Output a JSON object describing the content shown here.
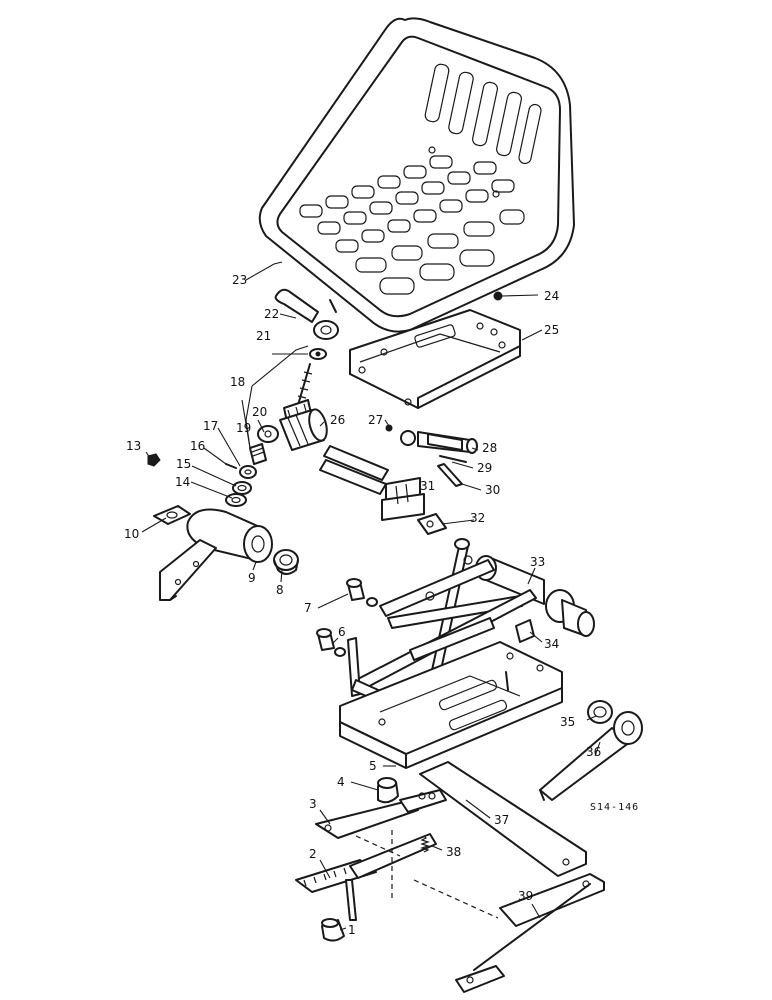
{
  "diagram": {
    "reference_code": "S14-146",
    "callouts": [
      "1",
      "2",
      "3",
      "4",
      "5",
      "6",
      "7",
      "8",
      "9",
      "10",
      "13",
      "14",
      "15",
      "16",
      "17",
      "18",
      "19",
      "20",
      "21",
      "22",
      "23",
      "24",
      "25",
      "26",
      "27",
      "28",
      "29",
      "30",
      "31",
      "32",
      "33",
      "34",
      "35",
      "36",
      "37",
      "38",
      "39"
    ]
  }
}
